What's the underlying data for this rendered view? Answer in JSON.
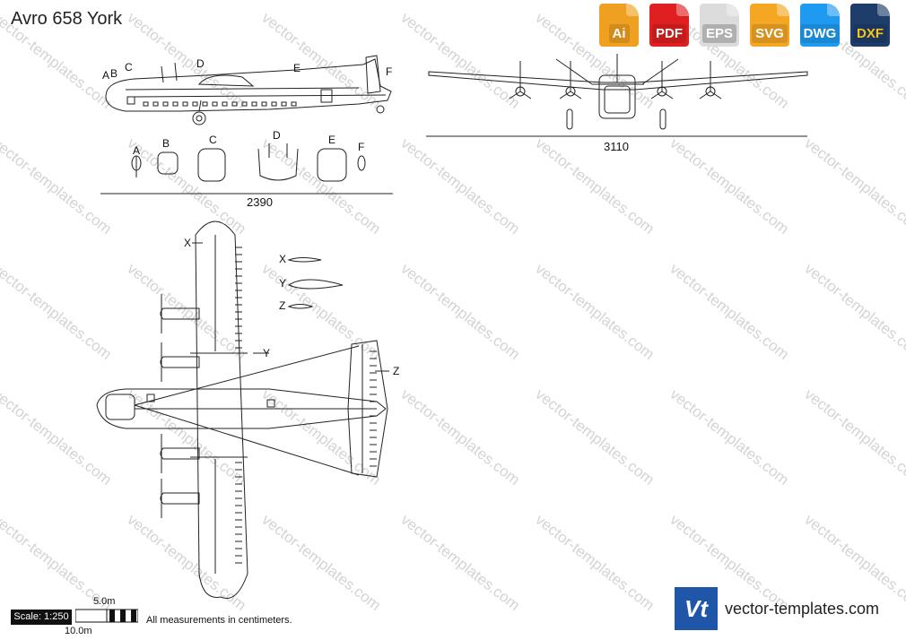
{
  "title": "Avro 658 York",
  "formats": [
    {
      "label": "Ai",
      "color": "#f0a020",
      "icon": "ai-file-icon"
    },
    {
      "label": "PDF",
      "color": "#e02020",
      "icon": "pdf-file-icon"
    },
    {
      "label": "EPS",
      "color": "#e8e8e8",
      "icon": "eps-file-icon"
    },
    {
      "label": "SVG",
      "color": "#f5a623",
      "icon": "svg-file-icon"
    },
    {
      "label": "DWG",
      "color": "#1e9bf0",
      "icon": "dwg-file-icon"
    },
    {
      "label": "DXF",
      "color": "#1f3d6b",
      "icon": "dxf-file-icon"
    }
  ],
  "side_labels": [
    "A",
    "B",
    "C",
    "D",
    "E",
    "F"
  ],
  "section_labels": [
    "A",
    "B",
    "C",
    "D",
    "E",
    "F"
  ],
  "top_labels": [
    "X",
    "Y",
    "Z"
  ],
  "dimensions": {
    "length": "2390",
    "span": "3110"
  },
  "scale": {
    "label": "Scale: 1:250",
    "five": "5.0m",
    "ten": "10.0m"
  },
  "note": "All measurements in centimeters.",
  "watermark": "vector-templates.com",
  "brand": {
    "logo": "Vt",
    "text": "vector-templates.com",
    "color": "#1f56a8"
  }
}
